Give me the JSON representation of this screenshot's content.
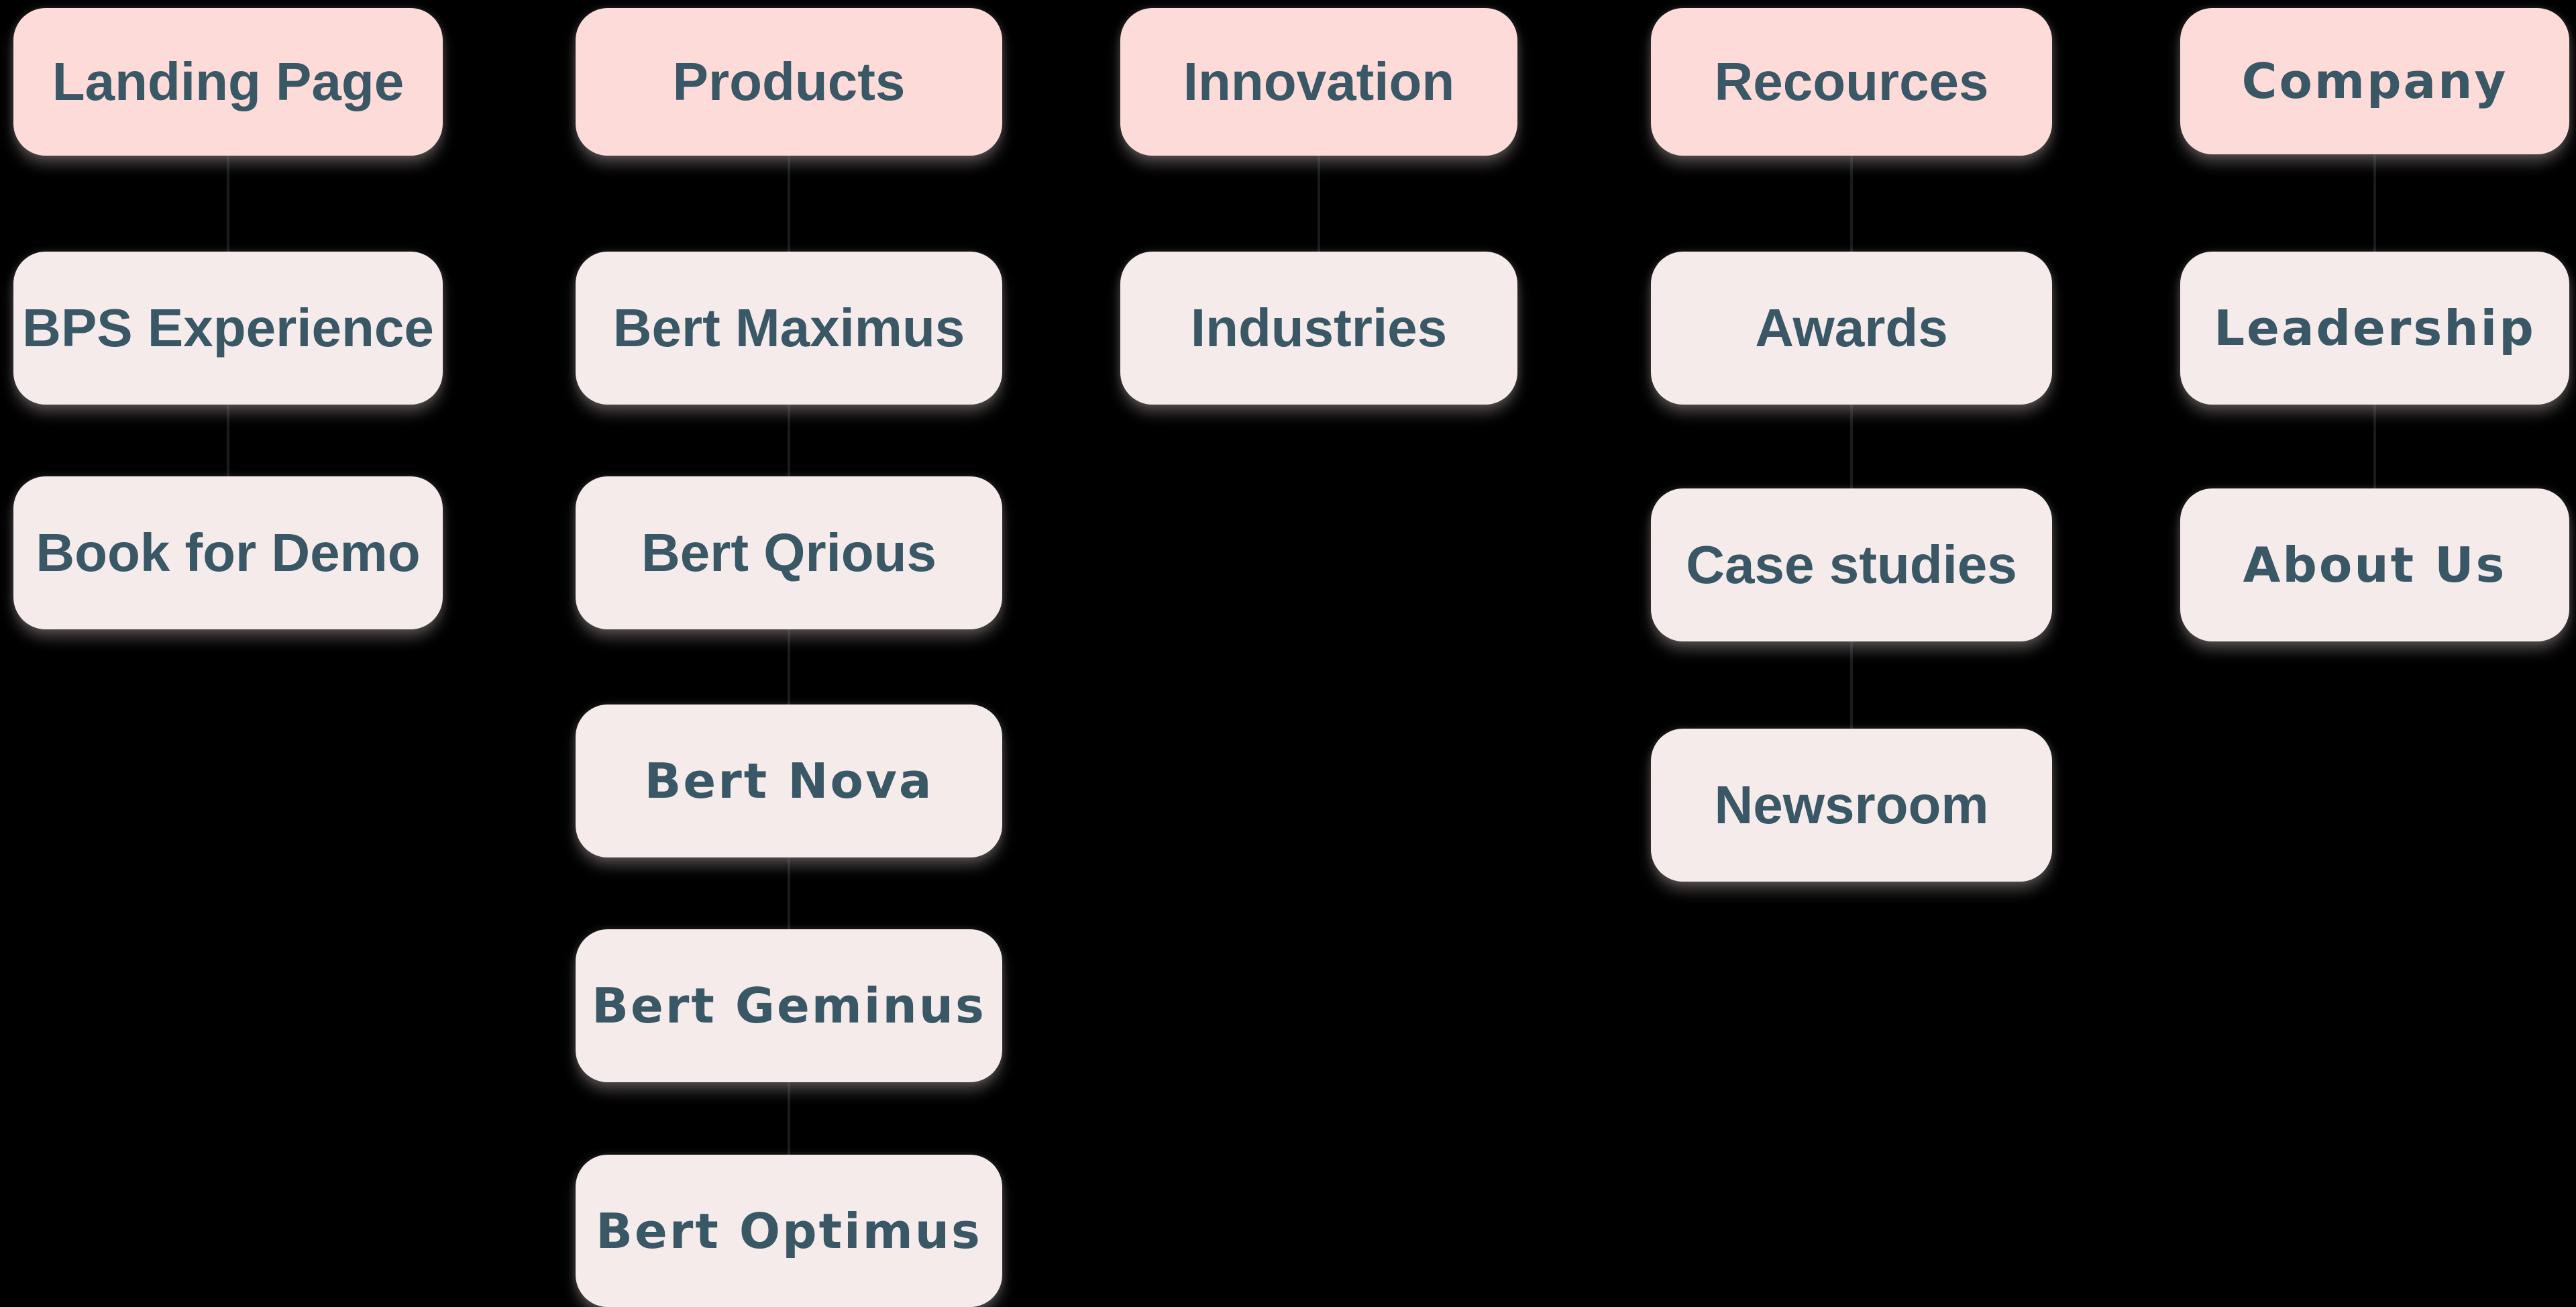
{
  "diagram": {
    "background": "#000000",
    "palette": {
      "header_bg": "#fcdbd9",
      "item_bg": "#f4ebea",
      "text": "#3a5766",
      "shadow": "#8a8282",
      "connector": "#171c20"
    },
    "columns": [
      {
        "header": {
          "label": "Landing Page"
        },
        "items": [
          {
            "label": "BPS Experience"
          },
          {
            "label": "Book for Demo"
          }
        ]
      },
      {
        "header": {
          "label": "Products"
        },
        "items": [
          {
            "label": "Bert Maximus"
          },
          {
            "label": "Bert Qrious"
          },
          {
            "label": "Bert Nova"
          },
          {
            "label": "Bert Geminus"
          },
          {
            "label": "Bert Optimus"
          }
        ]
      },
      {
        "header": {
          "label": "Innovation"
        },
        "items": [
          {
            "label": "Industries"
          }
        ]
      },
      {
        "header": {
          "label": "Recources"
        },
        "items": [
          {
            "label": "Awards"
          },
          {
            "label": "Case studies"
          },
          {
            "label": "Newsroom"
          }
        ]
      },
      {
        "header": {
          "label": "Company"
        },
        "items": [
          {
            "label": "Leadership"
          },
          {
            "label": "About Us"
          }
        ]
      }
    ]
  }
}
